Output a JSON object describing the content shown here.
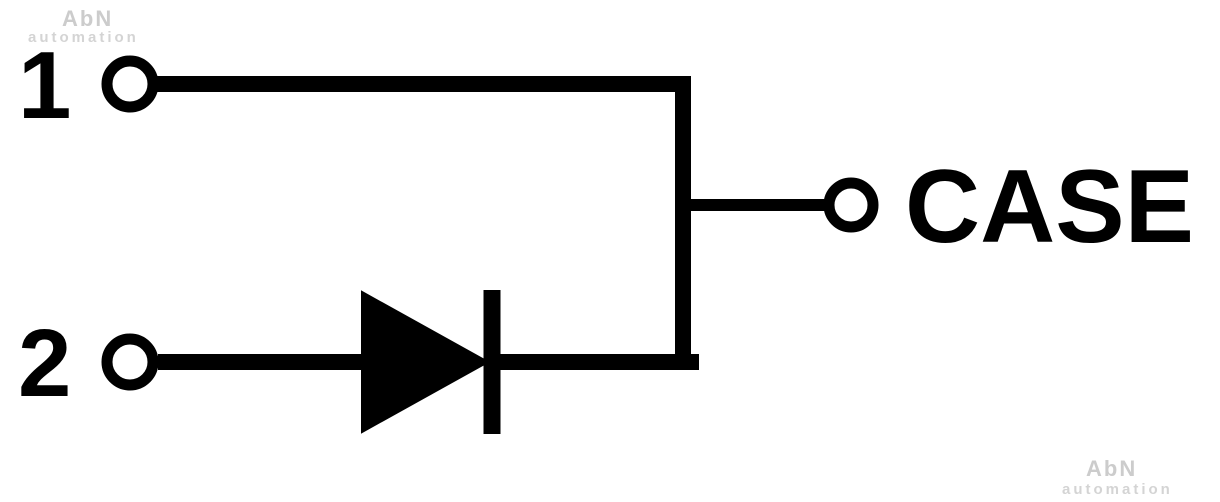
{
  "diagram": {
    "title": "diode-module-pinout-schematic",
    "terminal1": {
      "label": "1"
    },
    "terminal2": {
      "label": "2"
    },
    "case": {
      "label": "CASE"
    },
    "component": {
      "type": "diode",
      "anode": "2",
      "cathode": "1",
      "orientation": "anode-left-cathode-right"
    },
    "colors": {
      "line": "#000000",
      "background": "#ffffff",
      "watermark": "#cccccc"
    },
    "watermark": {
      "line1": "AbN",
      "line2": "automation"
    }
  }
}
